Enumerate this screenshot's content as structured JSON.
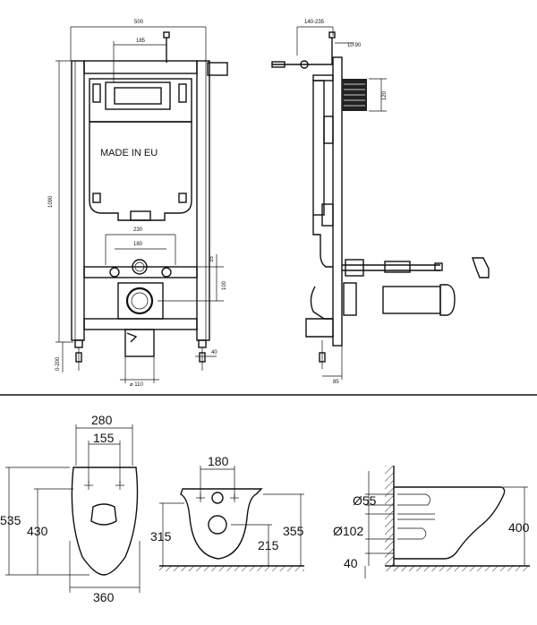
{
  "frame_front": {
    "dim_width": "500",
    "dim_flush_plate": "185",
    "dim_height": "1090",
    "made_in": "MADE IN EU",
    "dim_bolt_outer": "230",
    "dim_bolt_inner": "180",
    "dim_35": "35",
    "dim_100": "100",
    "dim_0_200": "0-200",
    "dim_40": "40",
    "dim_110": "⌀ 110"
  },
  "frame_side": {
    "dim_depth": "140-235",
    "dim_10_90": "10-90",
    "dim_120": "120",
    "dim_85": "85"
  },
  "bowl_top": {
    "dim_280": "280",
    "dim_155": "155",
    "dim_535": "535",
    "dim_430": "430",
    "dim_360": "360"
  },
  "bowl_rear": {
    "dim_180": "180",
    "dim_315": "315",
    "dim_215": "215",
    "dim_355": "355"
  },
  "bowl_side": {
    "dim_55": "Ø55",
    "dim_102": "Ø102",
    "dim_400": "400",
    "dim_40": "40"
  }
}
